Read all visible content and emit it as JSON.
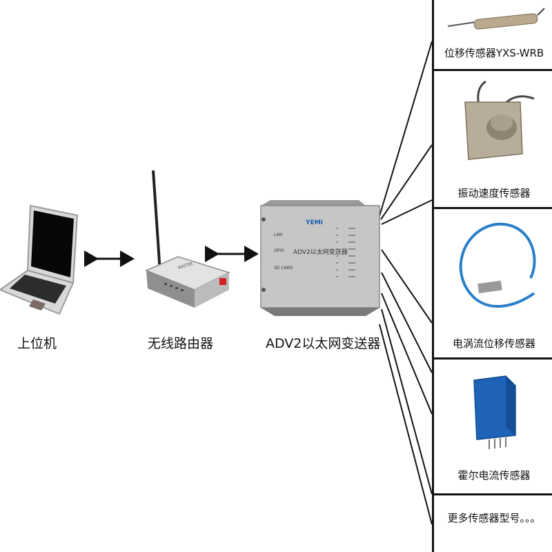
{
  "nodes": {
    "host_pc": {
      "label": "上位机"
    },
    "wireless_router": {
      "label": "无线路由器"
    },
    "transmitter": {
      "label": "ADV2以太网变送器",
      "device_logo": "YEMI",
      "device_title": "ADV2以太网变送器",
      "port_lan": "LAN",
      "port_gpio": "GPIO",
      "port_sd": "SD CARD"
    }
  },
  "router_brand": "ROUTER",
  "sensors": [
    {
      "label": "位移传感器YXS-WRB",
      "icon": "rod-displacement-sensor-image"
    },
    {
      "label": "振动速度传感器",
      "icon": "vibration-velocity-sensor-image"
    },
    {
      "label": "电涡流位移传感器",
      "icon": "eddy-current-sensor-image"
    },
    {
      "label": "霍尔电流传感器",
      "icon": "hall-current-sensor-image"
    },
    {
      "label": "更多传感器型号。。。",
      "icon": ""
    }
  ],
  "colors": {
    "line": "#111111",
    "sensor_blue": "#1e63b8",
    "cable_blue": "#2a7fc9",
    "metal": "#b9b3a6",
    "device_silver": "#c9c9c9"
  }
}
